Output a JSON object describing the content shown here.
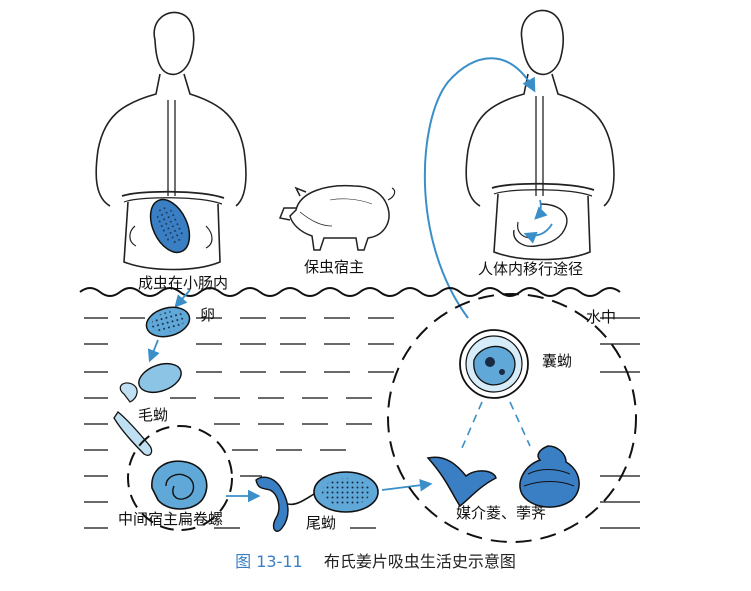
{
  "labels": {
    "adult": "成虫在小肠内",
    "reservoir": "保虫宿主",
    "migration": "人体内移行途径",
    "egg": "卵",
    "water": "水中",
    "metacercaria": "囊蚴",
    "miracidium": "毛蚴",
    "snail": "中间宿主扁卷螺",
    "cercaria": "尾蚴",
    "plants": "媒介菱、荸荠"
  },
  "caption": {
    "figure": "图 13-11",
    "title": "布氏姜片吸虫生活史示意图"
  },
  "colors": {
    "accent": "#3a8fc8",
    "fill": "#5fa8d8",
    "ink": "#111111",
    "caption_number": "#3a7fc4"
  }
}
